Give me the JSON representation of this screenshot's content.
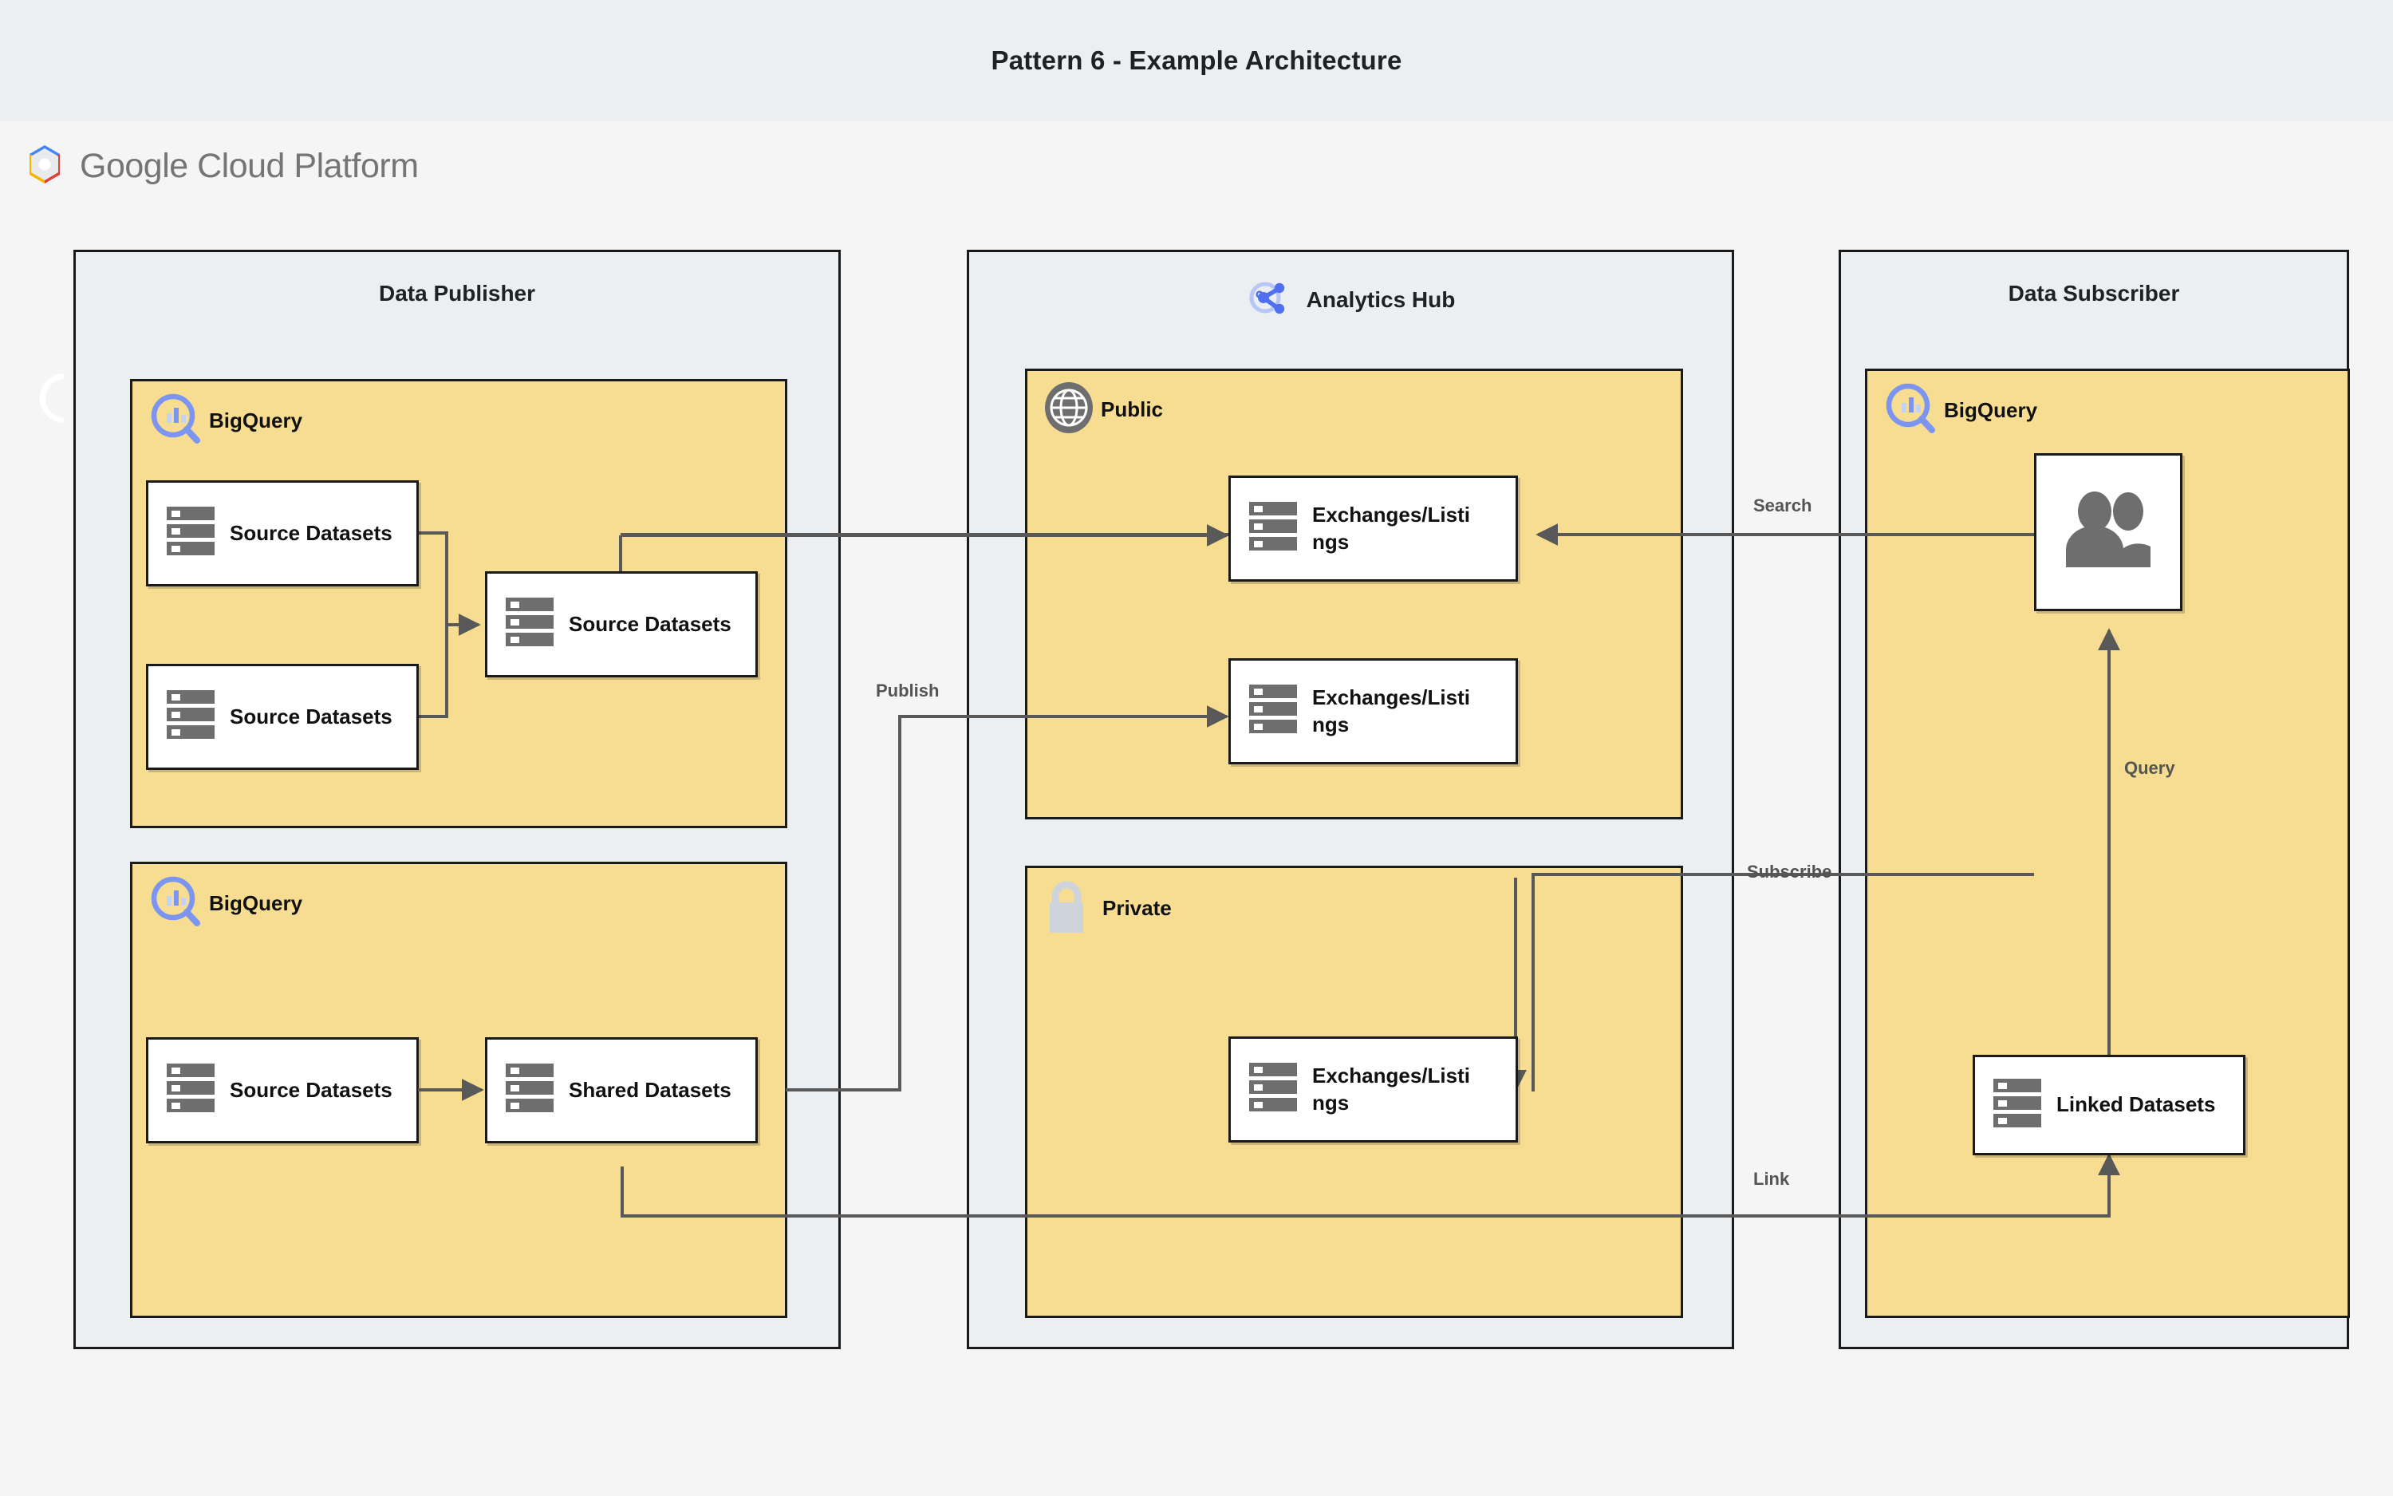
{
  "header": {
    "title": "Pattern 6 - Example Architecture"
  },
  "brand": {
    "logo_icon": "google-cloud-hexagon-icon",
    "wordmark_google": "Google",
    "wordmark_rest": "Cloud Platform"
  },
  "lanes": [
    {
      "id": "data-publisher",
      "title": "Data Publisher",
      "icon": null
    },
    {
      "id": "analytics-hub",
      "title": "Analytics Hub",
      "icon": "analytics-hub-share-icon"
    },
    {
      "id": "data-subscriber",
      "title": "Data Subscriber",
      "icon": null
    }
  ],
  "groups": [
    {
      "id": "publisher-bigquery-top",
      "label": "BigQuery",
      "icon": "bigquery-icon"
    },
    {
      "id": "publisher-bigquery-bottom",
      "label": "BigQuery",
      "icon": "bigquery-icon"
    },
    {
      "id": "hub-public",
      "label": "Public",
      "icon": "globe-icon"
    },
    {
      "id": "hub-private",
      "label": "Private",
      "icon": "lock-icon"
    },
    {
      "id": "subscriber-bigquery",
      "label": "BigQuery",
      "icon": "bigquery-icon"
    }
  ],
  "nodes": [
    {
      "id": "pub-source-a",
      "label": "Source Datasets",
      "icon": "dataset-icon"
    },
    {
      "id": "pub-source-b",
      "label": "Source Datasets",
      "icon": "dataset-icon"
    },
    {
      "id": "pub-source-merged",
      "label": "Source Datasets",
      "icon": "dataset-icon"
    },
    {
      "id": "pub-source-lower",
      "label": "Source Datasets",
      "icon": "dataset-icon"
    },
    {
      "id": "pub-shared",
      "label": "Shared Datasets",
      "icon": "dataset-icon"
    },
    {
      "id": "hub-public-listing-1",
      "label": "Exchanges/Listings",
      "icon": "dataset-icon"
    },
    {
      "id": "hub-public-listing-2",
      "label": "Exchanges/Listings",
      "icon": "dataset-icon"
    },
    {
      "id": "hub-private-listing",
      "label": "Exchanges/Listings",
      "icon": "dataset-icon"
    },
    {
      "id": "sub-users",
      "label": "",
      "icon": "users-icon"
    },
    {
      "id": "sub-linked",
      "label": "Linked Datasets",
      "icon": "dataset-icon"
    }
  ],
  "edges": [
    {
      "id": "edge-publish",
      "label": "Publish"
    },
    {
      "id": "edge-search",
      "label": "Search"
    },
    {
      "id": "edge-subscribe",
      "label": "Subscribe"
    },
    {
      "id": "edge-query",
      "label": "Query"
    },
    {
      "id": "edge-link",
      "label": "Link"
    }
  ],
  "colors": {
    "page_background": "#ffffff",
    "titlebar_background": "#eceff1",
    "canvas_background": "#f5f5f5",
    "lane_fill": "#eceff1",
    "group_fill": "#f6dd92",
    "node_fill": "#ffffff",
    "stroke": "#1a1a1a",
    "connector": "#595959",
    "icon_gray": "#6e6e6e",
    "bigquery_blue": "#7b95f0",
    "lock_gray": "#ced3dc",
    "label_gray": "#545454"
  }
}
